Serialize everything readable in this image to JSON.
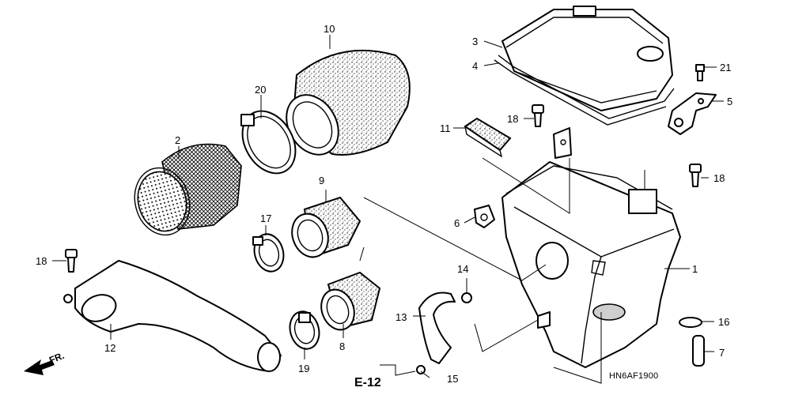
{
  "diagram": {
    "callouts": [
      "1",
      "2",
      "3",
      "4",
      "5",
      "6",
      "7",
      "8",
      "9",
      "10",
      "11",
      "12",
      "13",
      "14",
      "15",
      "16",
      "17",
      "18",
      "18",
      "18",
      "19",
      "20",
      "21"
    ],
    "reference_label": "E-12",
    "drawing_code": "HN6AF1900",
    "front_arrow_label": "FR."
  }
}
